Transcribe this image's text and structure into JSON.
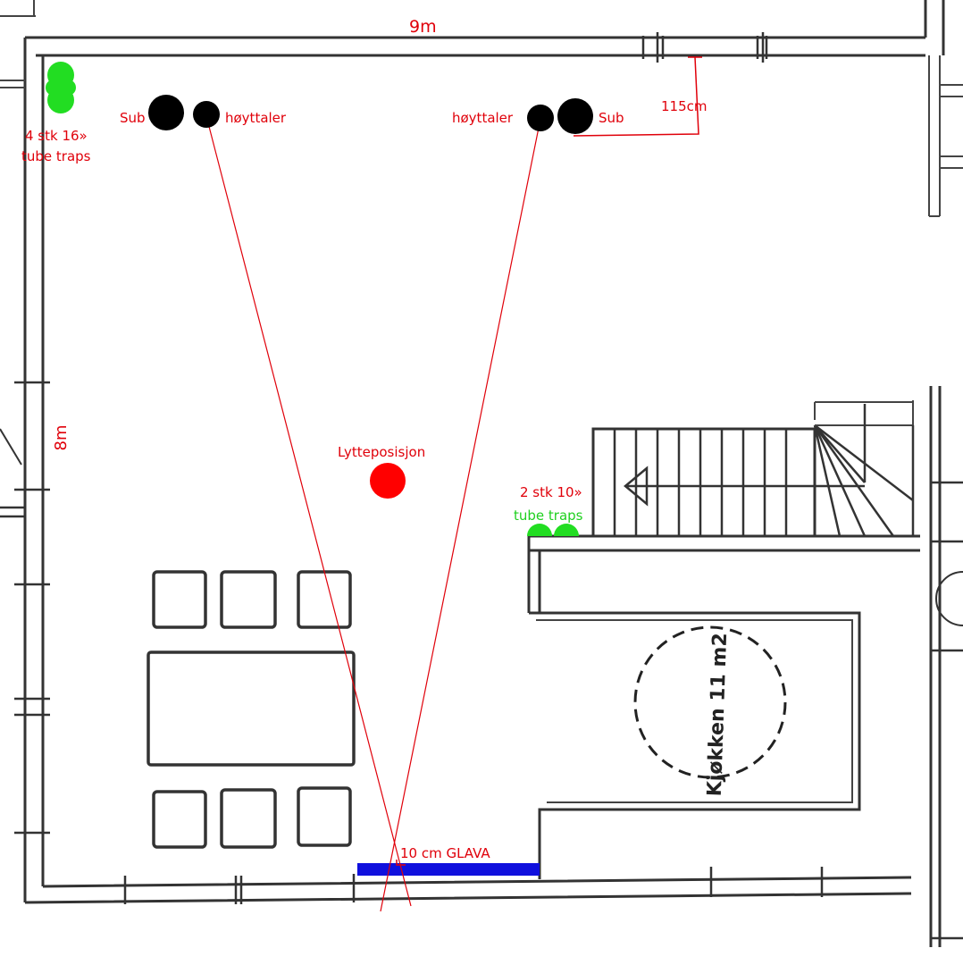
{
  "dimensions": {
    "width_label": "9m",
    "depth_label": "8m",
    "offset_label": "115cm"
  },
  "speakers": {
    "left_sub_label": "Sub",
    "left_speaker_label": "høyttaler",
    "right_speaker_label": "høyttaler",
    "right_sub_label": "Sub"
  },
  "listening": {
    "label": "Lytteposisjon",
    "color": "#ff0000"
  },
  "tube_traps_corner": {
    "line1": "4 stk 16»",
    "line2": "tube traps",
    "color": "#22dd22"
  },
  "tube_traps_stairs": {
    "line1": "2 stk 10»",
    "line2": "tube traps",
    "color": "#22dd22"
  },
  "absorber": {
    "label": "10 cm GLAVA",
    "color": "#1010dd"
  },
  "kitchen": {
    "label": "Kjøkken 11 m2"
  },
  "colors": {
    "annotation": "#e0000a",
    "speaker": "#000000",
    "wall": "#333333"
  }
}
